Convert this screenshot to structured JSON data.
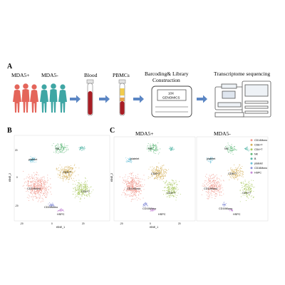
{
  "panels": {
    "a": "A",
    "b": "B",
    "c": "C"
  },
  "workflow": {
    "groups": [
      "MDA5+",
      "MDA5-"
    ],
    "steps": [
      "Blood",
      "PBMCs",
      "Barcoding& Library",
      "Construction",
      "Transcriptome sequencing"
    ],
    "device_lines": [
      "10X",
      "GENOMICS"
    ]
  },
  "tsne": {
    "titles": [
      "MDA5+",
      "MDA5-"
    ],
    "xlabel": "tSNE_1",
    "ylabel": "tSNE_2",
    "xticks": [
      "-20",
      "0",
      "20"
    ],
    "yticks": [
      "20",
      "0",
      "-20"
    ],
    "labels": {
      "nk": "NK",
      "platelet": "platelet",
      "cd8": "CD8+T",
      "cd4": "CD4+T",
      "cd14": "CD14Mono",
      "cd16": "CD16Mono",
      "hspc": "HSPC"
    },
    "legend": [
      {
        "name": "CD14Mono",
        "color": "#f09a8e"
      },
      {
        "name": "CD8+T",
        "color": "#d6b15c"
      },
      {
        "name": "CD4+T",
        "color": "#a9c85f"
      },
      {
        "name": "NK",
        "color": "#62b97a"
      },
      {
        "name": "B",
        "color": "#55b7a8"
      },
      {
        "name": "platelet",
        "color": "#6cc0d8"
      },
      {
        "name": "CD16Mono",
        "color": "#8b92d8"
      },
      {
        "name": "HSPC",
        "color": "#c58ad6"
      }
    ]
  }
}
